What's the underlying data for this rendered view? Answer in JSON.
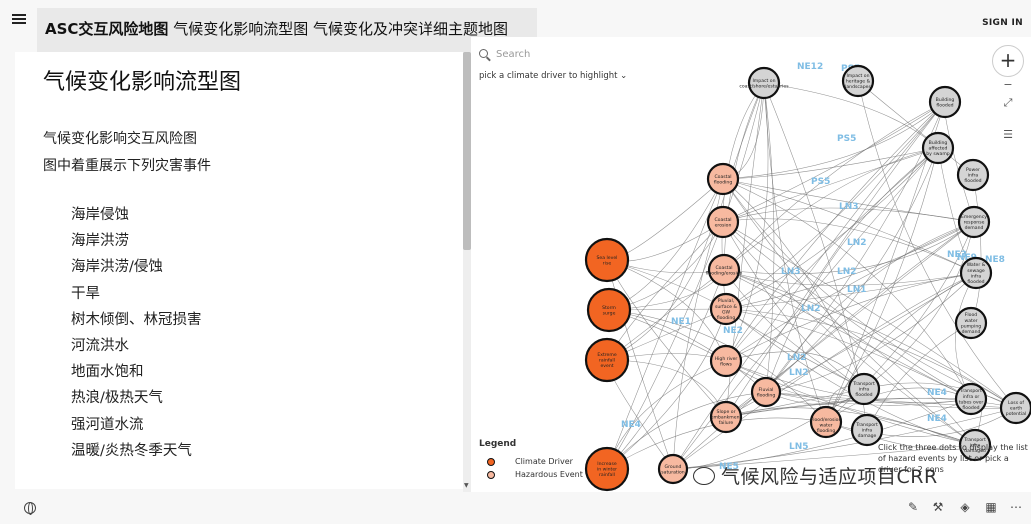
{
  "app": {
    "title_bold": "ASC交互风险地图",
    "title_rest": "气候变化影响流型图 气候变化及冲突详细主题地图",
    "signin": "SIGN IN"
  },
  "panel": {
    "heading": "气候变化影响流型图",
    "intro_lines": [
      "气候变化影响交互风险图",
      "图中着重展示下列灾害事件"
    ],
    "hazards": [
      "海岸侵蚀",
      "海岸洪涝",
      "海岸洪涝/侵蚀",
      "干旱",
      "树木倾倒、林冠损害",
      "河流洪水",
      "地面水饱和",
      "热浪/极热天气",
      "强河道水流",
      "温暖/炎热冬季天气"
    ]
  },
  "map": {
    "search_placeholder": "Search",
    "driver_select": "pick a climate driver to highlight",
    "legend_title": "Legend",
    "legend_items": [
      "Climate Driver",
      "Hazardous Event"
    ],
    "tip_text": "Click the three dots to display the list of hazard events by list or pick a driver for 2 cons",
    "watermark": "气候风险与适应项目CRR",
    "colors": {
      "driver": "#f26522",
      "hazard": "#f7b9a0",
      "impact": "#d4d4d4",
      "edge_label": "#7fbde4"
    },
    "edge_labels": [
      "PS5",
      "NE12",
      "PS5",
      "PS5",
      "LN3",
      "LN2",
      "NE9",
      "LN2",
      "NE3",
      "LN3",
      "NE8",
      "NE1",
      "NE2",
      "LN2",
      "NE1",
      "LN2",
      "NE4",
      "LN2",
      "NE4",
      "LN5",
      "NE4",
      "LN1",
      "NE5"
    ],
    "nodes": {
      "drivers": [
        "Sea level rise",
        "Storm surge",
        "Extreme rainfall event",
        "Increase in winter rainfall"
      ],
      "hazards": [
        "Coastal flooding",
        "Coastal erosion",
        "Coastal flooding/erosion",
        "Pluvial, surface & GW flooding",
        "High river flows",
        "Fluvial flooding",
        "Slope or embankment failure",
        "Flood/erosion water flooding",
        "Ground saturation"
      ],
      "impacts": [
        "Impact on coast/shore/estuaries",
        "Impact on heritage & landscapes",
        "Building flooded",
        "Building affected by swamp",
        "Power infra flooded",
        "Emergency response demand",
        "Water & sewage infra flooded",
        "Flood water pumping demand",
        "Transport infra flooded",
        "Transport infra or tubes over flooded",
        "Transport infra damage",
        "Loss of earth potential",
        "Transport infra damaged"
      ]
    }
  }
}
